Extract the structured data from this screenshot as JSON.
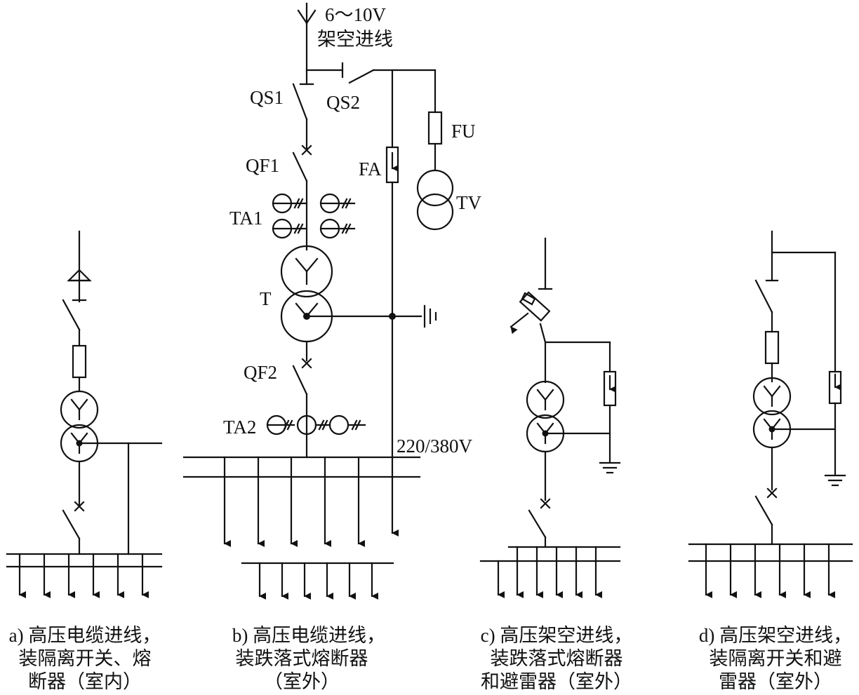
{
  "labels": {
    "incoming_voltage": "6～10V",
    "incoming_desc": "架空进线",
    "qs1": "QS1",
    "qs2": "QS2",
    "fu": "FU",
    "qf1": "QF1",
    "fa": "FA",
    "tv": "TV",
    "ta1": "TA1",
    "t": "T",
    "qf2": "QF2",
    "ta2": "TA2",
    "low_voltage": "220/380V"
  },
  "captions": {
    "a": [
      "a) 高压电缆进线，",
      "装隔离开关、熔",
      "断器（室内）"
    ],
    "b": [
      "b) 高压电缆进线，",
      "装跌落式熔断器",
      "（室外）"
    ],
    "c": [
      "c) 高压架空进线，",
      "装跌落式熔断器",
      "和避雷器（室外）"
    ],
    "d": [
      "d) 高压架空进线，",
      "装隔离开关和避",
      "雷器（室外）"
    ]
  }
}
